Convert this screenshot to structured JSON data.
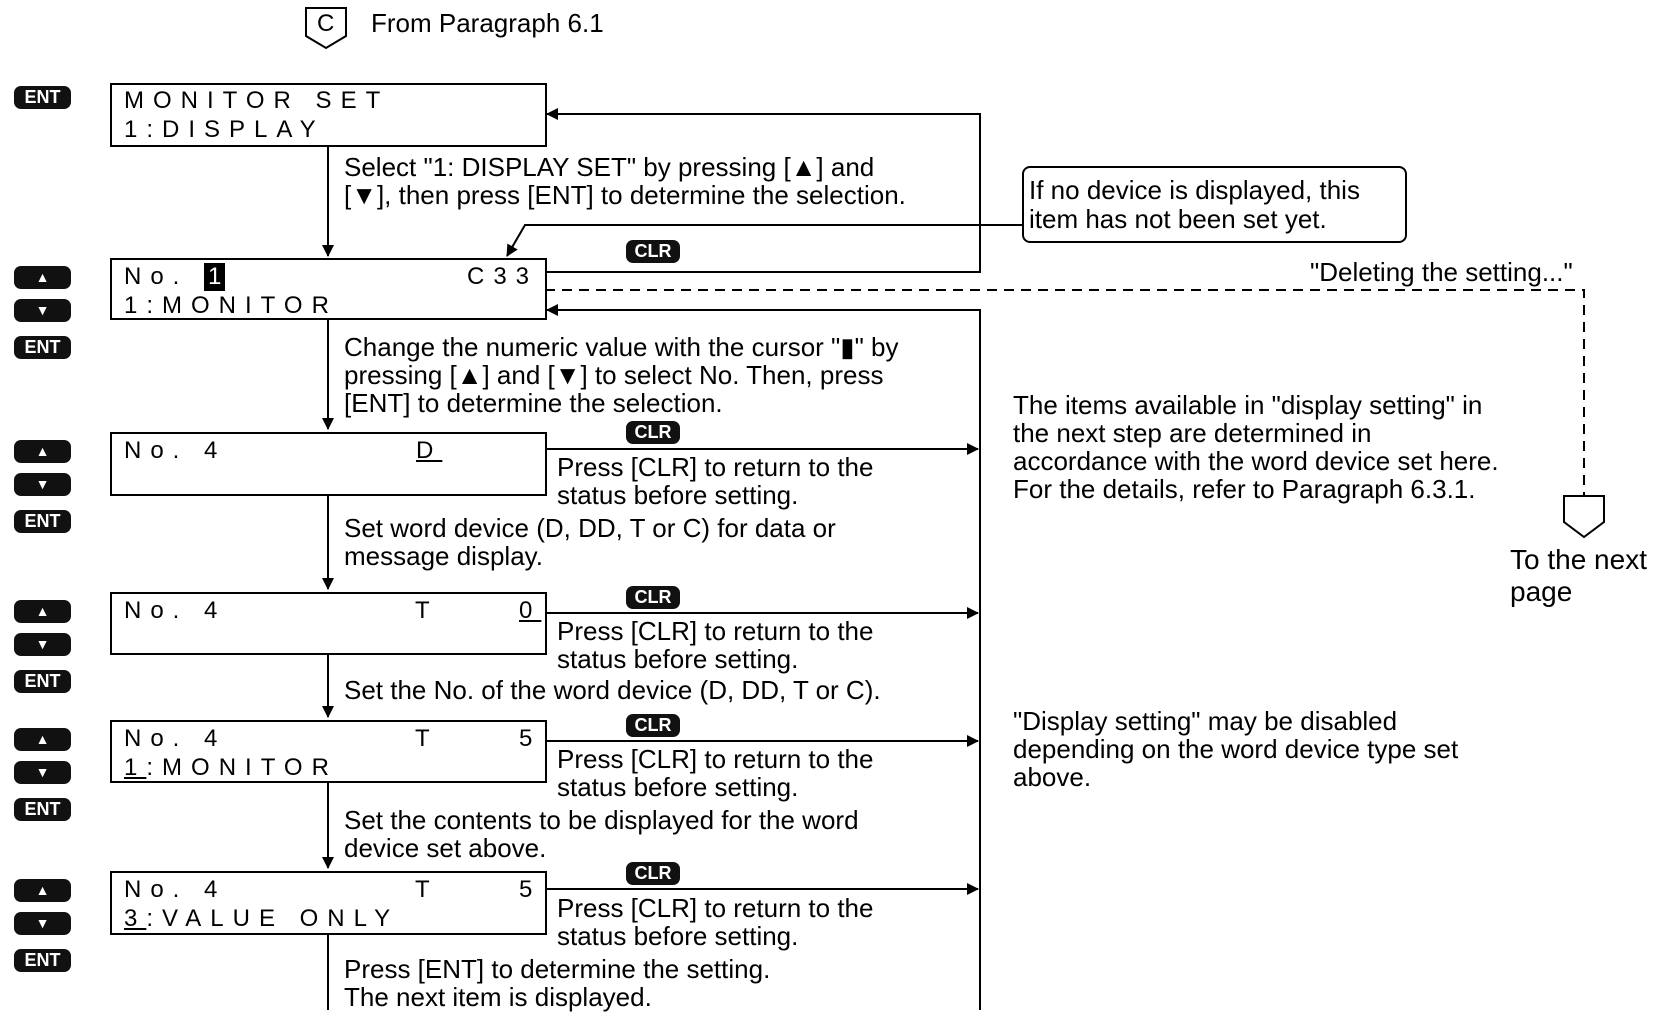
{
  "connector": {
    "letter": "C",
    "text": "From Paragraph 6.1"
  },
  "keys": {
    "ent": "ENT",
    "up": "▲",
    "down": "▼",
    "clr": "CLR"
  },
  "screens": [
    {
      "line1": "MONITOR SET",
      "line2": "1:DISPLAY"
    },
    {
      "line1_no": "No.",
      "line1_num": "1",
      "line1_right": "C33",
      "line2": "1:MONITOR"
    },
    {
      "line1": "No. 4",
      "line1_right": "D",
      "line2": ""
    },
    {
      "line1": "No. 4",
      "line1_mid": "T",
      "line1_right": "0",
      "line2": ""
    },
    {
      "line1": "No. 4",
      "line1_mid": "T",
      "line1_right": "5",
      "line2_num": "1",
      "line2": ":MONITOR"
    },
    {
      "line1": "No. 4",
      "line1_mid": "T",
      "line1_right": "5",
      "line2_num": "3",
      "line2": ":VALUE ONLY"
    }
  ],
  "instructions": [
    [
      "Select \"1: DISPLAY SET\" by pressing [▲] and",
      "[▼], then press [ENT] to determine the selection."
    ],
    [
      "Change the numeric value with the cursor \"▮\" by",
      "pressing [▲] and [▼] to select No. Then, press",
      "[ENT] to determine the selection."
    ],
    [
      "Set word device (D, DD, T or C) for data or",
      "message display."
    ],
    [
      "Set the No. of the word device (D, DD, T or C)."
    ],
    [
      "Set the contents to be displayed for the word",
      "device set above."
    ],
    [
      "Press [ENT] to determine the setting.",
      "The next item is displayed."
    ]
  ],
  "clr_notes": [
    "Press [CLR] to return to the",
    "status before setting."
  ],
  "callout": [
    "If no device is displayed, this",
    "item has not been set yet."
  ],
  "deleting": "\"Deleting the setting...\"",
  "next_page": [
    "To the next",
    "page"
  ],
  "note1": [
    "The items available in \"display setting\" in",
    "the next step are determined in",
    "accordance with the word device set here.",
    "For the details, refer to Paragraph 6.3.1."
  ],
  "note2": [
    "\"Display setting\" may be disabled",
    "depending on the word device type set",
    "above."
  ]
}
